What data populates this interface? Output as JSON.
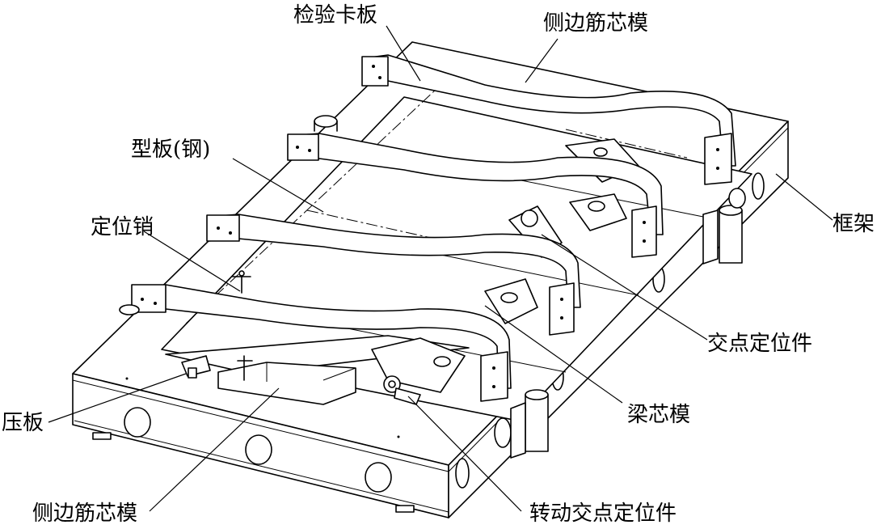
{
  "labels": {
    "inspection_plate": "检验卡板",
    "side_rib_core_top": "侧边筋芯模",
    "template_steel": "型板(钢)",
    "locating_pin": "定位销",
    "frame": "框架",
    "intersection_locator": "交点定位件",
    "pressure_plate": "压板",
    "beam_core": "梁芯模",
    "side_rib_core_bottom": "侧边筋芯模",
    "rotating_intersection_locator": "转动交点定位件"
  }
}
